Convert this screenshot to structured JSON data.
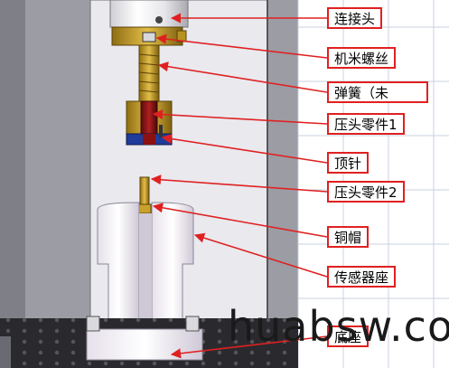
{
  "labels": {
    "connector": "连接头",
    "machine_screw": "机米螺丝",
    "spring": "弹簧（未",
    "press_head_part_1": "压头零件1",
    "ejector_pin": "顶针",
    "press_head_part_2": "压头零件2",
    "copper_cap": "铜帽",
    "sensor_seat": "传感器座",
    "base": "底座"
  },
  "watermark": "huabsw.co",
  "colors": {
    "label_border": "#e02020",
    "arrow": "#e02020",
    "spring_gold": "#c9a12a",
    "pin_red": "#8b1010",
    "base_blue": "#1f3c9a",
    "grid_line": "#c8d0e0"
  }
}
